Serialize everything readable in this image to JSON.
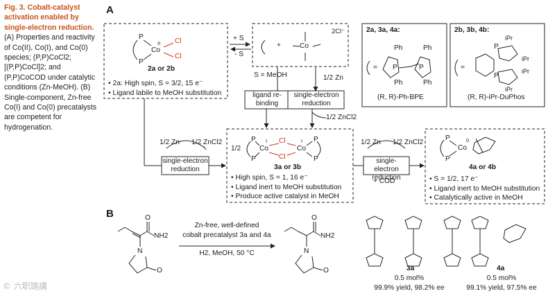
{
  "figure": {
    "caption_title": "Fig. 3. Cobalt-catalyst activation enabled by single-electron reduction.",
    "caption_text": "(A) Properties and reactivity of Co(II), Co(I), and Co(0) species; (P,P)CoCl2; [(P,P)CoCl]2; and (P,P)CoCOD under catalytic conditions (Zn-MeOH). (B) Single-component, Zn-free Co(I) and Co(0) precatalysts are competent for hydrogenation."
  },
  "panel_a": {
    "letter": "A",
    "co2": {
      "compound_label": "2a or 2b",
      "bullet1": "• 2a: High spin, S = 3/2, 15 e⁻",
      "bullet2": "• Ligand labile to MeOH substitution",
      "oxidation_state": "II",
      "metal": "Co",
      "ligand1": "Cl",
      "ligand2": "Cl"
    },
    "solvent_exchange": {
      "plus": "+ S",
      "minus": "- S",
      "solvent_note": "S = MeOH",
      "plus_sign": "+",
      "counterion": "2Cl⁻"
    },
    "zn_half": "1/2 Zn",
    "ligand_rebinding": "ligand re-binding",
    "se_reduction": "single-electron reduction",
    "zncl2_half": "1/2 ZnCl2",
    "co1": {
      "compound_label": "3a or 3b",
      "bullet1": "• High spin, S = 1, 16 e⁻",
      "bullet2": "• Ligand inert to MeOH substitution",
      "bullet3": "• Produce active catalyst in MeOH",
      "prefix": "1/2",
      "oxidation_state": "I"
    },
    "plus_cod": "+ COD",
    "co0": {
      "compound_label": "4a or 4b",
      "bullet1": "• S = 1/2, 17 e⁻",
      "bullet2": "• Ligand inert to MeOH substitution",
      "bullet3": "• Catalytically active in MeOH",
      "oxidation_state": "0"
    },
    "ligand_box_1": {
      "title": "2a, 3a, 4a:",
      "name": "(R, R)-Ph-BPE",
      "subst": "Ph"
    },
    "ligand_box_2": {
      "title": "2b, 3b, 4b:",
      "name": "(R, R)-iPr-DuPhos",
      "subst": "iPr"
    },
    "phosphorus": "P",
    "equals": "="
  },
  "panel_b": {
    "letter": "B",
    "conditions_line1": "Zn-free, well-defined",
    "conditions_line2": "cobalt precatalyst 3a and 4a",
    "conditions_line3": "H2, MeOH, 50 °C",
    "substrate_group": "NH2",
    "product_group": "NH2",
    "heteroatom_n": "N",
    "heteroatom_o": "O",
    "cat3a": {
      "label": "3a",
      "loading": "0.5 mol%",
      "result": "99.9% yield, 98.2% ee"
    },
    "cat4a": {
      "label": "4a",
      "loading": "0.5 mol%",
      "result": "99.1% yield, 97.5% ee"
    }
  },
  "watermark": "© 六职路講"
}
